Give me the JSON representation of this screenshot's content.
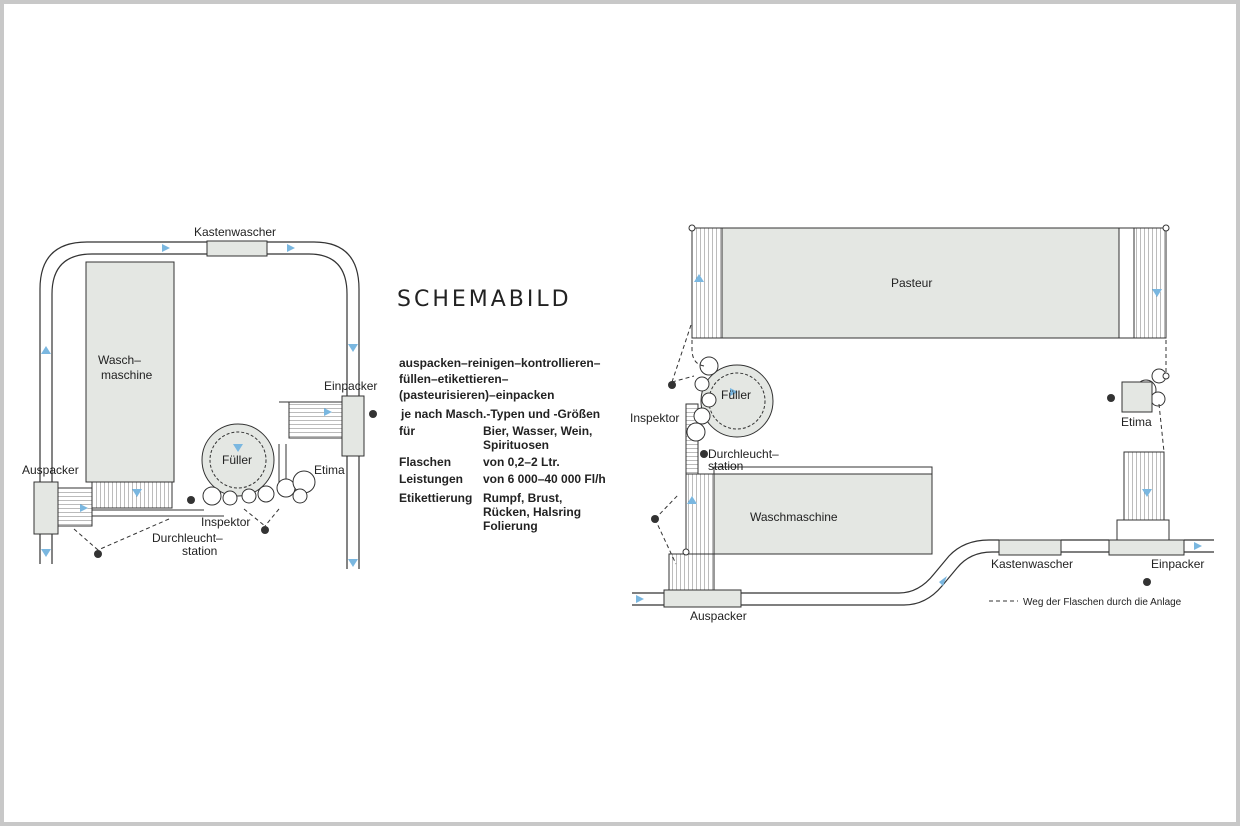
{
  "title": "SCHEMABILD",
  "process_lines": [
    "auspacken–reinigen–kontrollieren–",
    "füllen–etikettieren–",
    "(pasteurisieren)–einpacken"
  ],
  "note": "je nach Masch.-Typen und -Größen",
  "specs": [
    {
      "key": "für",
      "value": "Bier, Wasser, Wein,\nSpirituosen"
    },
    {
      "key": "Flaschen",
      "value": "von 0,2–2 Ltr."
    },
    {
      "key": "Leistungen",
      "value": "von 6 000–40 000 Fl/h"
    },
    {
      "key": "Etikettierung",
      "value": "Rumpf, Brust,\nRücken, Halsring\nFolierung"
    }
  ],
  "left_diagram": {
    "kastenwascher": "Kastenwascher",
    "waschmaschine_1": "Wasch–",
    "waschmaschine_2": "maschine",
    "einpacker": "Einpacker",
    "auspacker": "Auspacker",
    "fueller": "Füller",
    "etima": "Etima",
    "inspektor": "Inspektor",
    "durchleucht_1": "Durchleucht–",
    "durchleucht_2": "station"
  },
  "right_diagram": {
    "pasteur": "Pasteur",
    "fueller": "Füller",
    "inspektor": "Inspektor",
    "durchleucht_1": "Durchleucht–",
    "durchleucht_2": "station",
    "etima": "Etima",
    "waschmaschine": "Waschmaschine",
    "kastenwascher": "Kastenwascher",
    "einpacker": "Einpacker",
    "auspacker": "Auspacker",
    "legend": "Weg der Flaschen durch die Anlage"
  },
  "colors": {
    "machine_fill": "#e4e7e3",
    "arrow": "#7ab7e0",
    "line": "#333333"
  }
}
